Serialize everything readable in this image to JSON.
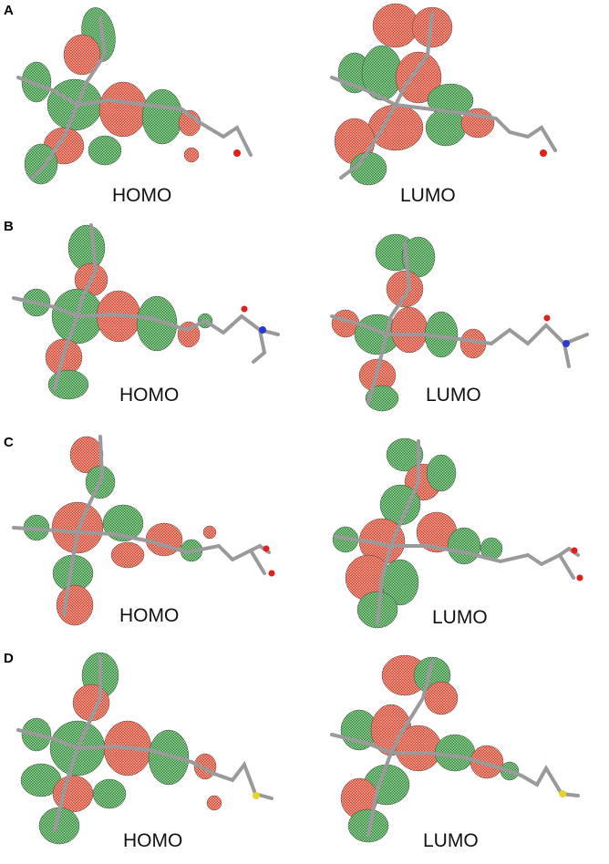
{
  "panels": [
    {
      "letter": "A",
      "homo_label": "HOMO",
      "lumo_label": "LUMO"
    },
    {
      "letter": "B",
      "homo_label": "HOMO",
      "lumo_label": "LUMO"
    },
    {
      "letter": "C",
      "homo_label": "HOMO",
      "lumo_label": "LUMO"
    },
    {
      "letter": "D",
      "homo_label": "HOMO",
      "lumo_label": "LUMO"
    }
  ],
  "colors": {
    "lobe_positive": "#2e8b3a",
    "lobe_negative": "#d8412c",
    "carbon": "#9a9a9a",
    "hydrogen": "#e6e6e6",
    "oxygen": "#e0201b",
    "nitrogen": "#2a36d6",
    "sulfur": "#e8d32a"
  }
}
